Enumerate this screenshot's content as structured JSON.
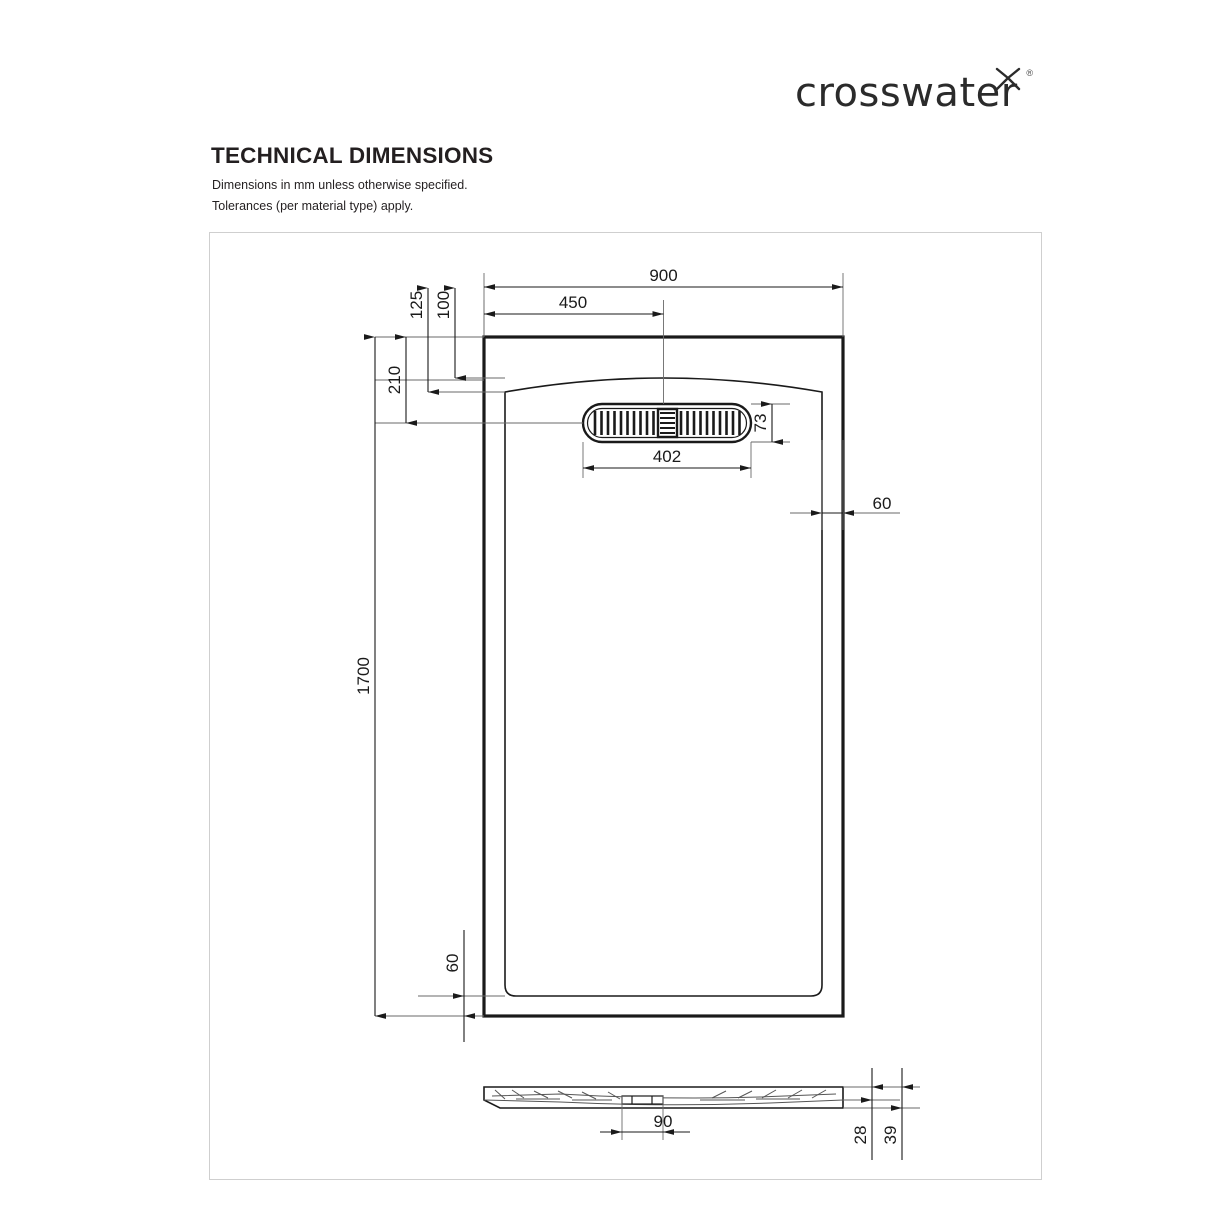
{
  "header": {
    "brand": "crosswater",
    "brand_mark": "x-icon",
    "registered": "®",
    "title": "TECHNICAL DIMENSIONS",
    "note_line_1": "Dimensions in mm unless otherwise specified.",
    "note_line_2": "Tolerances (per material type) apply."
  },
  "drawing": {
    "product": "rectangular shower tray",
    "views": {
      "plan": "plan-view",
      "elevation": "side-elevation-view"
    },
    "dimensions": {
      "overall_width": "900",
      "overall_length": "1700",
      "centre_width": "450",
      "waste_offset_top": "210",
      "inner_offset_a": "125",
      "inner_offset_b": "100",
      "grate_length": "402",
      "grate_width": "73",
      "edge_right": "60",
      "edge_bottom": "60",
      "waste_width": "90",
      "height_inner": "28",
      "height_overall": "39"
    },
    "colors": {
      "line": "#1a1a1a",
      "thin_line": "#555555",
      "frame": "#cfcfcf",
      "text": "#231f20"
    }
  }
}
